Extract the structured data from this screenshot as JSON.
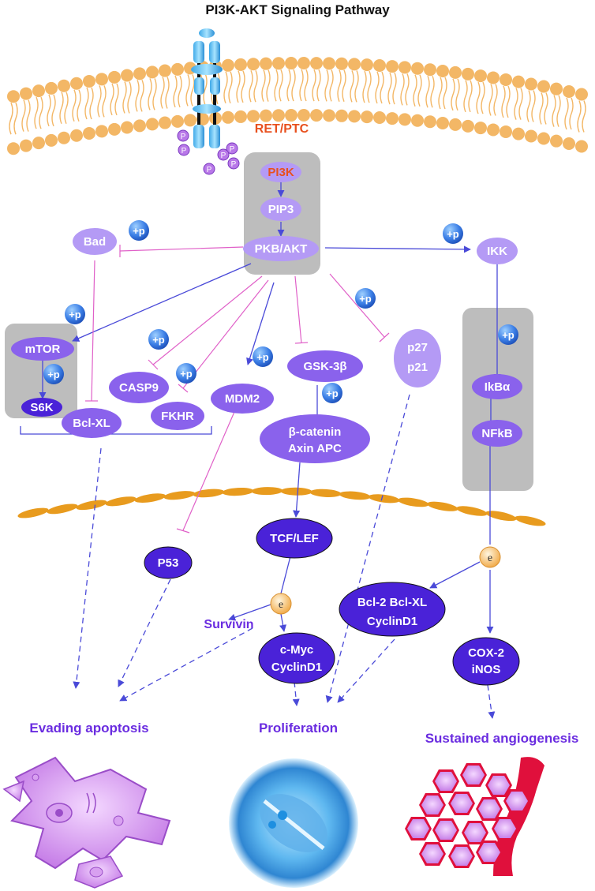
{
  "title": "PI3K-AKT Signaling Pathway",
  "receptor": "RET/PTC",
  "phospho_small": "P",
  "phospho_label": "+p",
  "e_label": "e",
  "nodes": {
    "pi3k": "PI3K",
    "pip3": "PIP3",
    "akt": "PKB/AKT",
    "bad": "Bad",
    "ikk": "IKK",
    "mtor": "mTOR",
    "s6k": "S6K",
    "bclxl": "Bcl-XL",
    "casp9": "CASP9",
    "fkhr": "FKHR",
    "mdm2": "MDM2",
    "gsk3b": "GSK-3β",
    "p27": "p27",
    "p21": "p21",
    "ikba": "IkBα",
    "nfkb": "NFkB",
    "bcatenin_line1": "β-catenin",
    "bcatenin_line2": "Axin APC",
    "p53": "P53",
    "tcflef": "TCF/LEF",
    "bcl2_line1": "Bcl-2  Bcl-XL",
    "bcl2_line2": "CyclinD1",
    "survivin": "Survivin",
    "cmyc_line1": "c-Myc",
    "cmyc_line2": "CyclinD1",
    "cox2_line1": "COX-2",
    "cox2_line2": "iNOS"
  },
  "outcomes": {
    "apoptosis": "Evading apoptosis",
    "proliferation": "Proliferation",
    "angiogenesis": "Sustained angiogenesis"
  },
  "colors": {
    "receptor_text": "#e8501e",
    "membrane": "#f3b766",
    "nucleus": "#e89b1e",
    "light_node": "#b49af5",
    "mid_node": "#8a62ec",
    "dark_node": "#4a22d8",
    "complex_box": "#bdbdbd",
    "outcome_text": "#6a2ce0",
    "inhibit": "#e060c8",
    "activate": "#4a4ad8"
  }
}
